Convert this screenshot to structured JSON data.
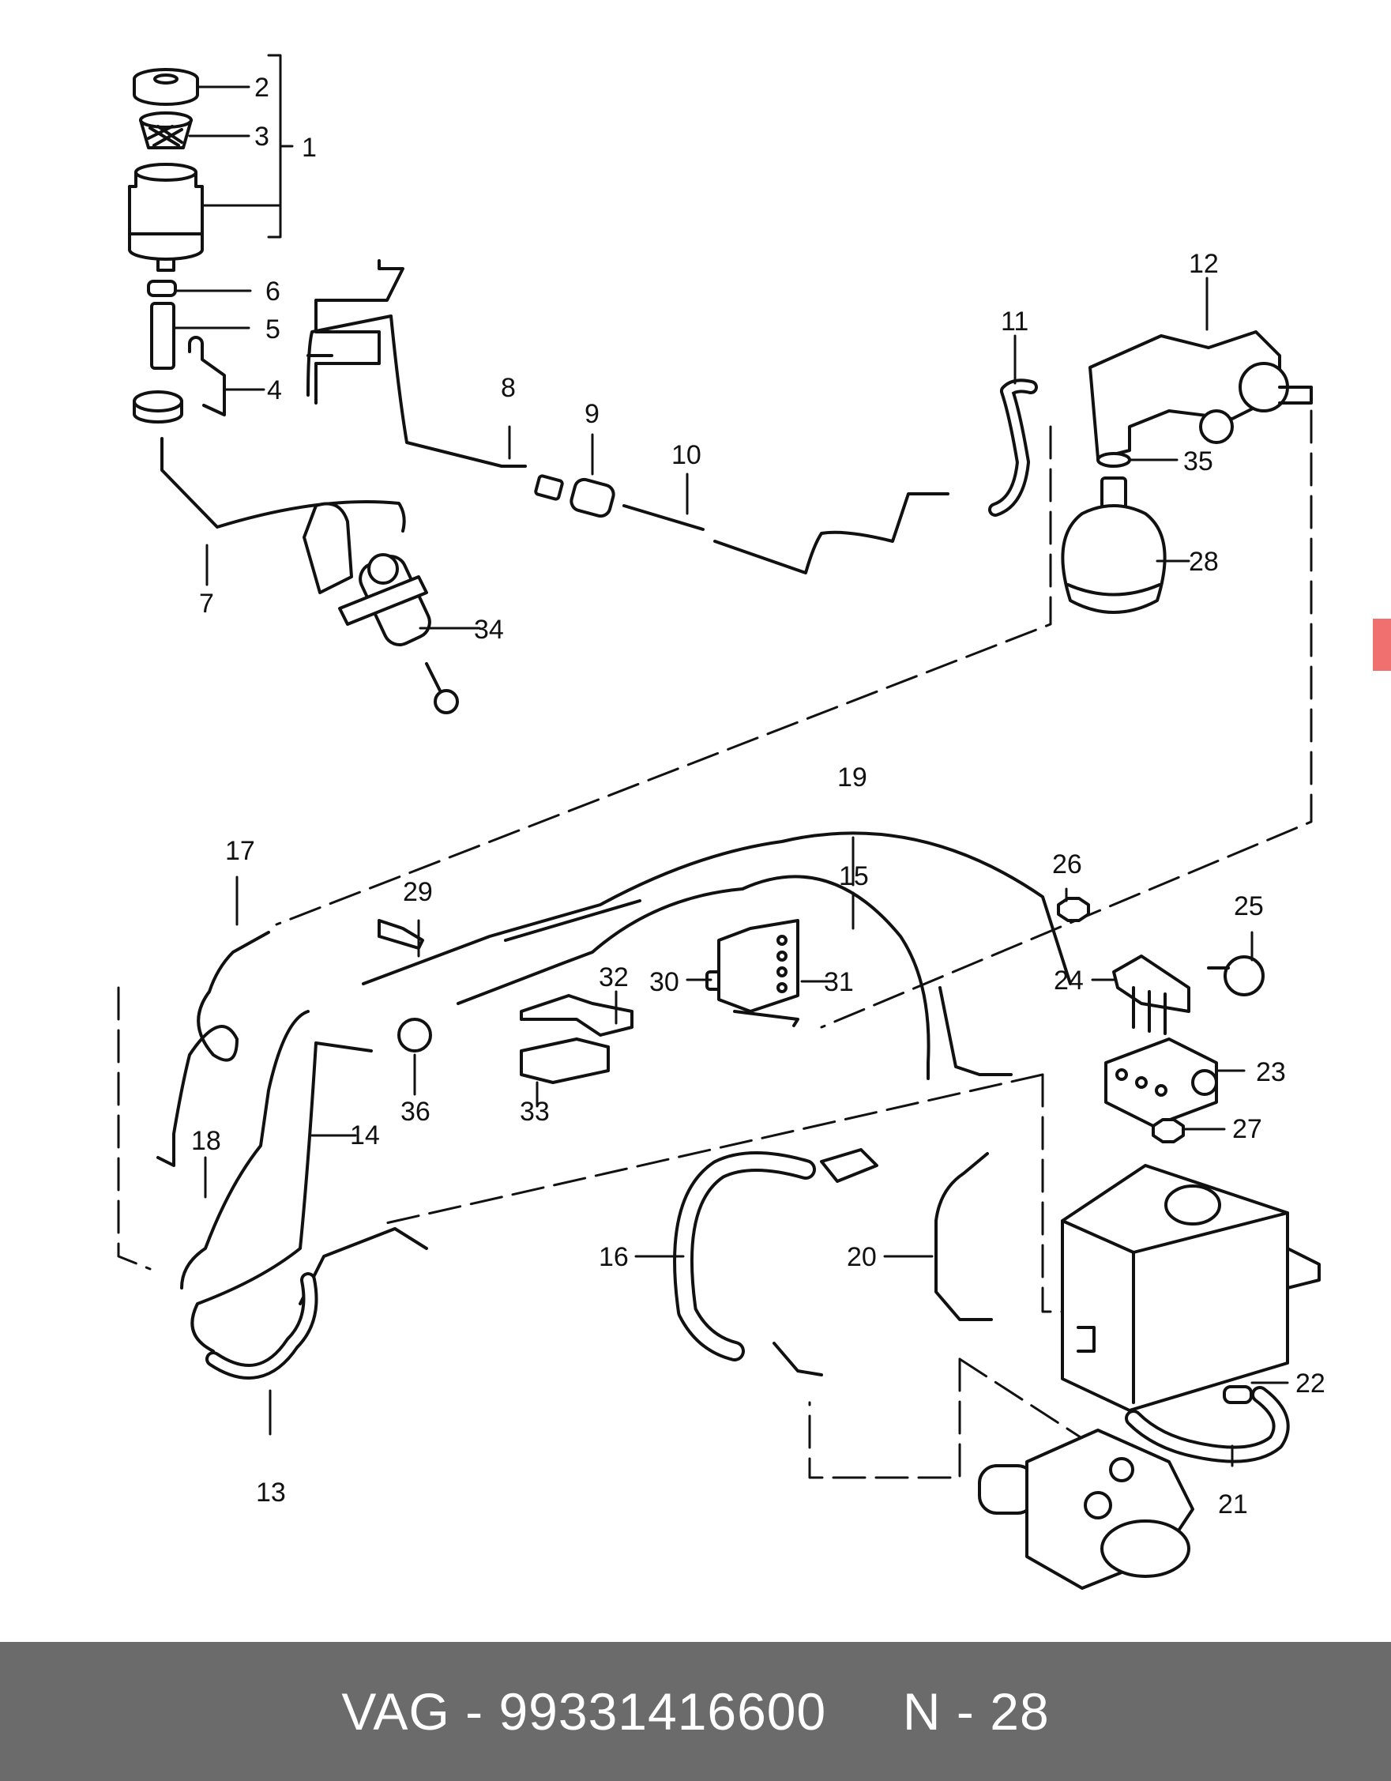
{
  "footer": {
    "brand": "VAG",
    "separator": " - ",
    "part_number": "99331416600",
    "gap": "     ",
    "position_prefix": "N",
    "position_sep": " - ",
    "position_number": "28"
  },
  "callouts": [
    "1",
    "2",
    "3",
    "4",
    "5",
    "6",
    "7",
    "8",
    "9",
    "10",
    "11",
    "12",
    "13",
    "14",
    "15",
    "16",
    "17",
    "18",
    "19",
    "20",
    "21",
    "22",
    "23",
    "24",
    "25",
    "26",
    "27",
    "28",
    "29",
    "30",
    "31",
    "32",
    "33",
    "34",
    "35",
    "36"
  ],
  "colors": {
    "line": "#111111",
    "footer_bg": "#6b6b6b",
    "footer_text": "#ffffff",
    "side_tab": "#f07070"
  }
}
